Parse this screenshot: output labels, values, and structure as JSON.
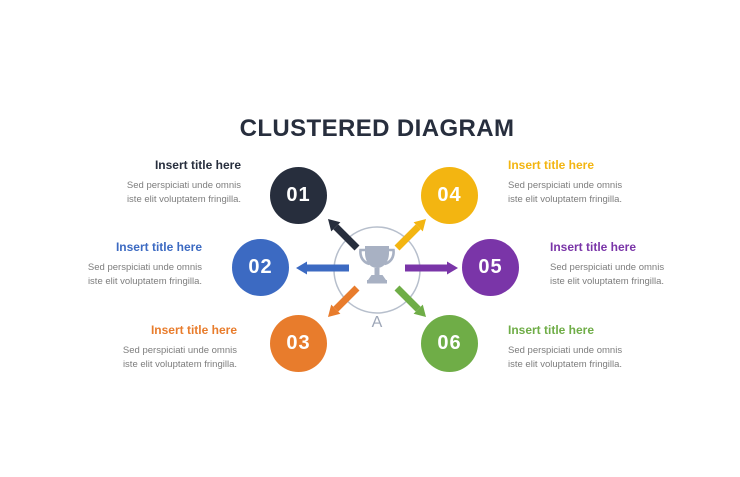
{
  "slide": {
    "title": "CLUSTERED DIAGRAM"
  },
  "center": {
    "label": "A",
    "icon": "trophy-icon"
  },
  "items": [
    {
      "id": "01",
      "title": "Insert title here",
      "body": [
        "Sed perspiciati unde omnis",
        "iste elit voluptatem fringilla."
      ],
      "color": "#272E3D",
      "position": "top-left"
    },
    {
      "id": "02",
      "title": "Insert title here",
      "body": [
        "Sed perspiciati unde omnis",
        "iste elit voluptatem fringilla."
      ],
      "color": "#3C6AC2",
      "position": "middle-left"
    },
    {
      "id": "03",
      "title": "Insert title here",
      "body": [
        "Sed perspiciati unde omnis",
        "iste elit voluptatem fringilla."
      ],
      "color": "#E87C2C",
      "position": "bottom-left"
    },
    {
      "id": "04",
      "title": "Insert title here",
      "body": [
        "Sed perspiciati unde omnis",
        "iste elit voluptatem fringilla."
      ],
      "color": "#F3B511",
      "position": "top-right"
    },
    {
      "id": "05",
      "title": "Insert title here",
      "body": [
        "Sed perspiciati unde omnis",
        "iste elit voluptatem fringilla."
      ],
      "color": "#7A35A8",
      "position": "middle-right"
    },
    {
      "id": "06",
      "title": "Insert title here",
      "body": [
        "Sed perspiciati unde omnis",
        "iste elit voluptatem fringilla."
      ],
      "color": "#6FAD47",
      "position": "bottom-right"
    }
  ],
  "ui_colors": {
    "main_title": "#272E3D",
    "body_text": "#7D7D7D",
    "number_text": "#FFFFFF",
    "center_ring": "#B7BFCC",
    "center_icon": "#A8B1C3",
    "center_label": "#9DA6B7"
  }
}
